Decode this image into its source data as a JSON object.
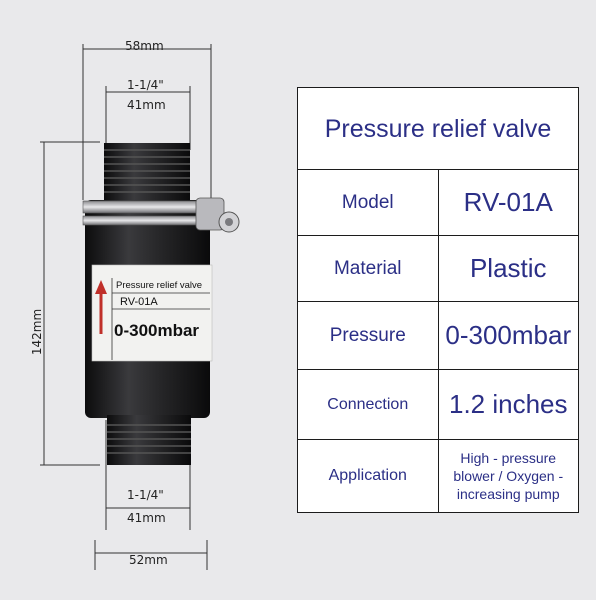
{
  "dimensions": {
    "top_outer": "58mm",
    "top_thread": "1-1/4\"",
    "top_thread_mm": "41mm",
    "height": "142mm",
    "bottom_thread": "1-1/4\"",
    "bottom_thread_mm": "41mm",
    "bottom_outer": "52mm"
  },
  "label": {
    "title": "Pressure relief valve",
    "model": "RV-01A",
    "range": "0-300mbar"
  },
  "table": {
    "title": "Pressure relief valve",
    "rows": [
      {
        "key": "Model",
        "value": "RV-01A"
      },
      {
        "key": "Material",
        "value": "Plastic"
      },
      {
        "key": "Pressure",
        "value": "0-300mbar"
      },
      {
        "key": "Connection",
        "value": "1.2 inches"
      },
      {
        "key": "Application",
        "value": "High - pressure blower / Oxygen - increasing pump"
      }
    ]
  },
  "colors": {
    "table_text": "#2b2f86",
    "valve_body": "#1e1e20",
    "label_arrow": "#c0302a"
  }
}
